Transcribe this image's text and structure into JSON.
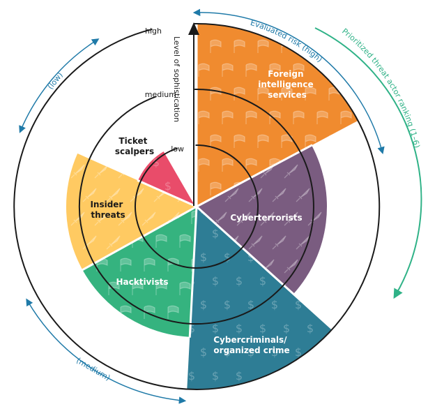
{
  "colors": {
    "foreign_intelligence": "#f08b2f",
    "cyberterrorists": "#7a5c80",
    "cybercriminals": "#2e7d95",
    "hacktivists": "#35b37f",
    "insider": "#ffca62",
    "ticket": "#e94c6a",
    "blue_arrow": "#1f7aa8",
    "green_arrow": "#2fb287"
  },
  "segments": [
    {
      "id": "foreign",
      "label_lines": [
        "Foreign",
        "intelligence",
        "services"
      ],
      "icon": "flag-icon"
    },
    {
      "id": "cyberterrorists",
      "label_lines": [
        "Cyberterrorists"
      ],
      "icon": "knife-icon"
    },
    {
      "id": "cybercriminals",
      "label_lines": [
        "Cybercriminals/",
        "organized crime"
      ],
      "icon": "dollar-icon"
    },
    {
      "id": "hacktivists",
      "label_lines": [
        "Hacktivists"
      ],
      "icon": "flag-icon"
    },
    {
      "id": "insider",
      "label_lines": [
        "Insider",
        "threats"
      ],
      "icon": "knife-icon"
    },
    {
      "id": "ticket",
      "label_lines": [
        "Ticket",
        "scalpers"
      ],
      "icon": "dollar-icon"
    }
  ],
  "axis": {
    "title": "Level of sophistication",
    "levels": [
      "high",
      "medium",
      "low"
    ]
  },
  "arrows": {
    "evaluated_risk_high": "Evaluated risk (high)",
    "prioritized": "Prioritized threat actor ranking (1–6)",
    "low": "(low)",
    "medium": "(medium)"
  }
}
